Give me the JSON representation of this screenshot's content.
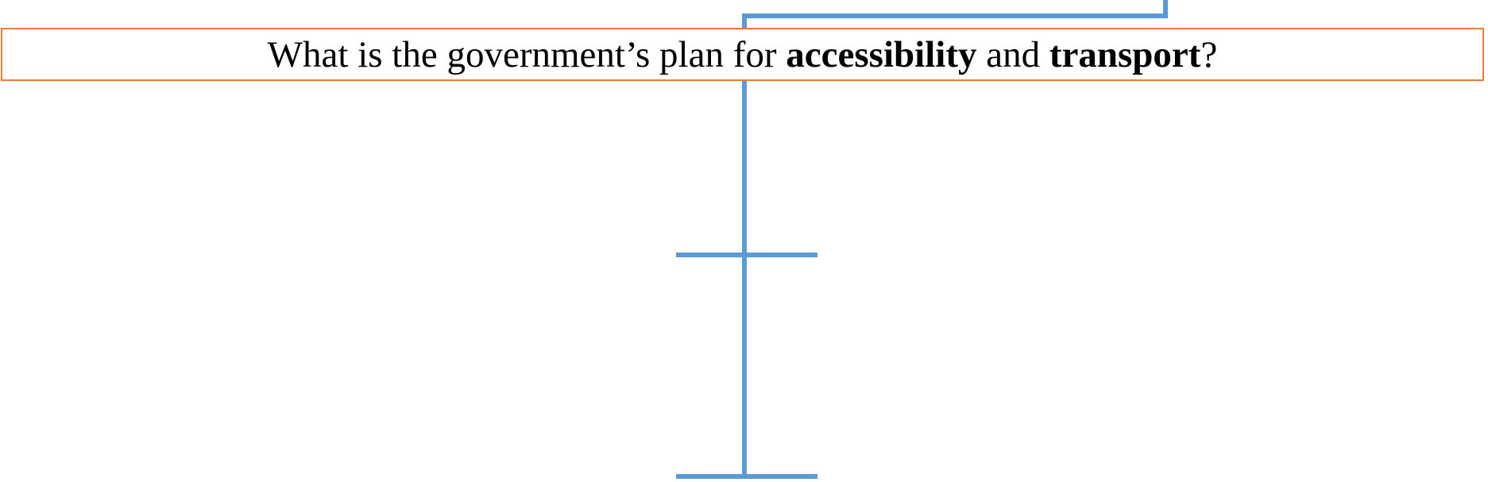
{
  "question": {
    "part1": "What is the government’s plan for ",
    "bold1": "accessibility",
    "part2": " and ",
    "bold2": "transport",
    "part3": "?"
  },
  "colors": {
    "connector": "#5b9bd5",
    "box_border": "#ed7d31",
    "text": "#000000",
    "background": "#ffffff"
  }
}
